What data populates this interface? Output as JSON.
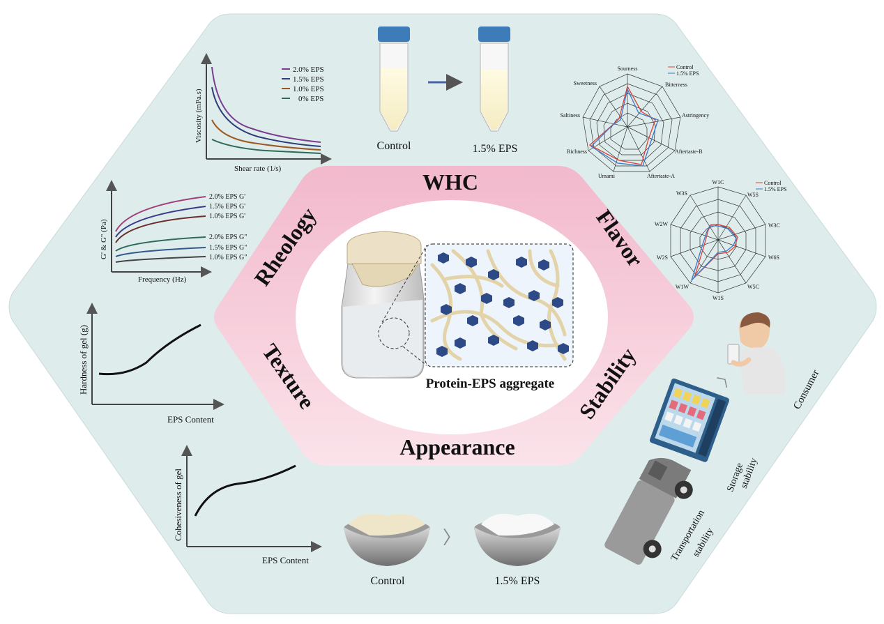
{
  "center": {
    "whc": "WHC",
    "rheology": "Rheology",
    "flavor": "Flavor",
    "texture": "Texture",
    "stability": "Stability",
    "appearance": "Appearance",
    "aggregate_label": "Protein-EPS aggregate"
  },
  "viscosity_chart": {
    "ylabel": "Viscosity (mPa.s)",
    "xlabel": "Shear rate (1/s)",
    "legend": [
      "2.0% EPS",
      "1.5% EPS",
      "1.0% EPS",
      "0% EPS"
    ],
    "colors": [
      "#7b3d8f",
      "#2f3c78",
      "#9a5a1f",
      "#2f6a56"
    ]
  },
  "modulus_chart": {
    "ylabel": "G' & G\" (Pa)",
    "xlabel": "Frequency (Hz)",
    "labels": [
      "2.0% EPS G'",
      "1.5% EPS G'",
      "1.0% EPS G'",
      "2.0% EPS G\"",
      "1.5% EPS G\"",
      "1.0% EPS G\""
    ],
    "colors": [
      "#a0407a",
      "#3a3a8a",
      "#6a2e2e",
      "#2f6a5a",
      "#2f5a8a",
      "#444444"
    ]
  },
  "hardness_chart": {
    "ylabel": "Hardness of gel (g)",
    "xlabel": "EPS Content"
  },
  "cohesive_chart": {
    "ylabel": "Cohesiveness of gel",
    "xlabel": "EPS Content"
  },
  "tubes": {
    "left": "Control",
    "right": "1.5% EPS"
  },
  "bowls": {
    "left": "Control",
    "right": "1.5% EPS"
  },
  "radar_taste": {
    "axes": [
      "Sourness",
      "Bitterness",
      "Astringency",
      "Aftertaste-B",
      "Aftertaste-A",
      "Umami",
      "Richness",
      "Saltiness",
      "Sweetness"
    ],
    "legend": [
      "Control",
      "1.5% EPS"
    ],
    "colors": [
      "#d9433a",
      "#3a78c9"
    ]
  },
  "radar_enose": {
    "axes": [
      "W1C",
      "W5S",
      "W3C",
      "W6S",
      "W5C",
      "W1S",
      "W1W",
      "W2S",
      "W2W",
      "W3S"
    ],
    "legend": [
      "Control",
      "1.5% EPS"
    ],
    "colors": [
      "#d9433a",
      "#3a78c9"
    ]
  },
  "chain": {
    "consumer": "Consumer",
    "storage1": "Storage",
    "storage2": "stability",
    "transport1": "Transportation",
    "transport2": "stability"
  },
  "colors": {
    "hex_bg": "#deecec",
    "pink": "#f4c4d4",
    "navy": "#2e4a86",
    "strand": "#e3d3a8"
  }
}
